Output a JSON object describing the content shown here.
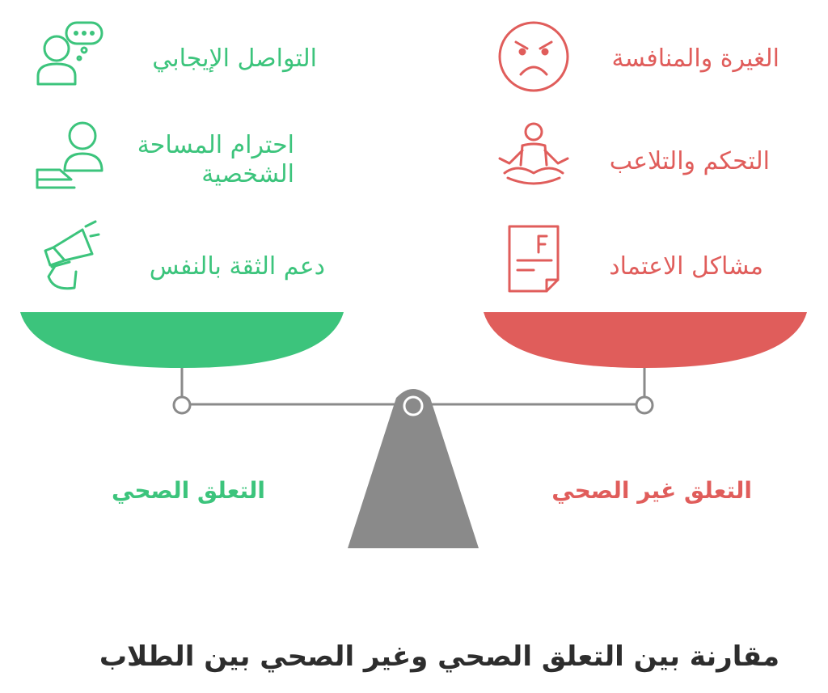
{
  "healthy": {
    "label": "التعلق الصحي",
    "color": "#3cc47c",
    "items": [
      {
        "text": "التواصل الإيجابي",
        "icon": "people-chat-icon"
      },
      {
        "text": "احترام المساحة الشخصية",
        "icon": "person-space-icon"
      },
      {
        "text": "دعم الثقة بالنفس",
        "icon": "megaphone-icon"
      }
    ]
  },
  "unhealthy": {
    "label": "التعلق غير الصحي",
    "color": "#e05d5b",
    "items": [
      {
        "text": "الغيرة والمنافسة",
        "icon": "angry-face-icon"
      },
      {
        "text": "التحكم والتلاعب",
        "icon": "meditating-person-icon"
      },
      {
        "text": "مشاكل الاعتماد",
        "icon": "failed-document-icon"
      }
    ]
  },
  "scale_color": "#8a8a8a",
  "title": "مقارنة بين التعلق الصحي وغير الصحي بين الطلاب"
}
